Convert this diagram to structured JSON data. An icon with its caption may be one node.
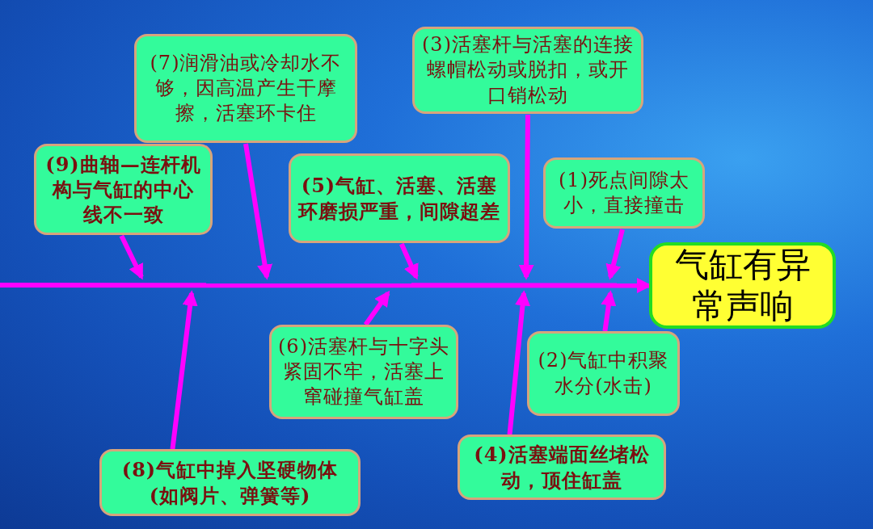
{
  "diagram": {
    "nodes": [
      {
        "text": [
          "(7)润滑油或冷却水不够，因高温产生干摩擦，活塞环卡住"
        ]
      },
      {
        "text": [
          "(3)活塞杆与活塞的连接螺帽松动或脱扣，或开口销松动"
        ]
      },
      {
        "text": [
          "(9)曲轴—连杆机构与气缸的中心线不一致"
        ]
      },
      {
        "text": [
          "(5)气缸、活塞、活塞环磨损严重，间隙超差"
        ]
      },
      {
        "text": [
          "(1)死点间隙太小，直接撞击"
        ]
      },
      {
        "text": [
          "气缸有异常声响"
        ]
      },
      {
        "text": [
          "(6)活塞杆与十字头紧固不牢，活塞上窜碰撞气缸盖"
        ]
      },
      {
        "text": [
          "(2)气缸中积聚水分(水击)"
        ]
      },
      {
        "text": [
          "(8)气缸中掉入坚硬物体(如阀片、弹簧等)"
        ]
      },
      {
        "text": [
          "(4)活塞端面丝堵松动，顶住缸盖"
        ]
      }
    ],
    "edges": [
      {
        "from": null,
        "to": 5,
        "arrow": "to"
      },
      {
        "from": 0,
        "to": null,
        "arrow": "to"
      },
      {
        "from": 1,
        "to": null,
        "arrow": "to"
      },
      {
        "from": 2,
        "to": null,
        "arrow": "to"
      },
      {
        "from": 3,
        "to": null,
        "arrow": "to"
      },
      {
        "from": 4,
        "to": null,
        "arrow": "to"
      },
      {
        "from": 6,
        "to": null,
        "arrow": "to"
      },
      {
        "from": 7,
        "to": null,
        "arrow": "to"
      },
      {
        "from": 8,
        "to": null,
        "arrow": "to"
      },
      {
        "from": 9,
        "to": null,
        "arrow": "to"
      }
    ]
  }
}
